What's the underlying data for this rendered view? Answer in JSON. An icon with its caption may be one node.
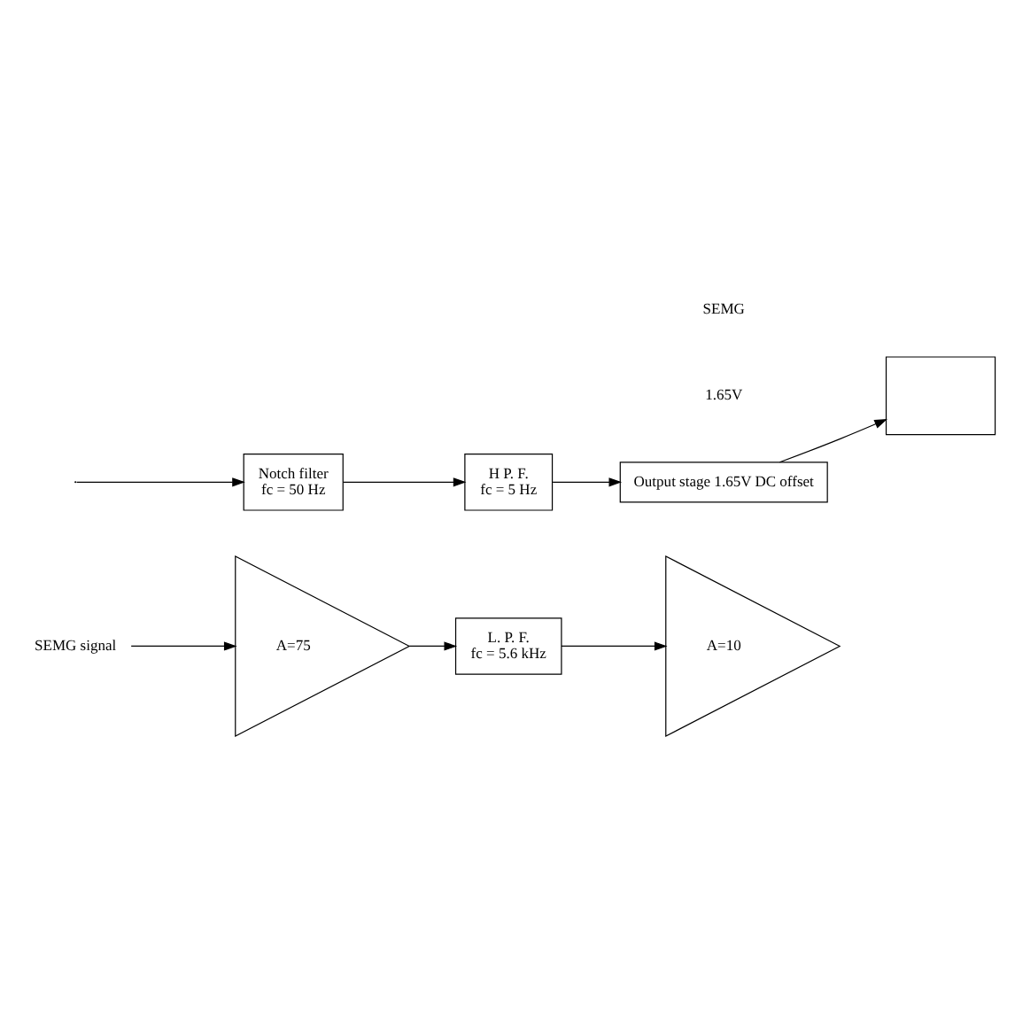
{
  "diagram": {
    "nodes": [
      {
        "text": [
          "SEMG signal"
        ]
      },
      {
        "text": [
          "A=75"
        ]
      },
      {
        "text": [
          "L. P. F.",
          "fc = 5.6 kHz"
        ]
      },
      {
        "text": [
          "A=10"
        ]
      },
      {
        "text": [
          "H P. F.",
          "fc = 5 Hz"
        ]
      },
      {
        "text": [
          "Notch filter",
          "fc = 50 Hz"
        ]
      },
      {
        "text": [
          "Output stage 1.65V DC offset"
        ]
      },
      {
        "text": [],
        "shape": "box"
      }
    ],
    "edges": [
      {
        "from": 0,
        "to": 1,
        "arrow": "to"
      },
      {
        "from": 1,
        "to": 2,
        "arrow": "to"
      },
      {
        "from": 2,
        "to": 3,
        "arrow": "to"
      },
      {
        "from": null,
        "to": 5,
        "arrow": "to"
      },
      {
        "from": 5,
        "to": 4,
        "arrow": "to"
      },
      {
        "from": 4,
        "to": 6,
        "arrow": "to"
      },
      {
        "from": 6,
        "to": 7,
        "arrow": "to"
      }
    ],
    "labels": [
      "SEMG",
      "1.65V"
    ]
  }
}
